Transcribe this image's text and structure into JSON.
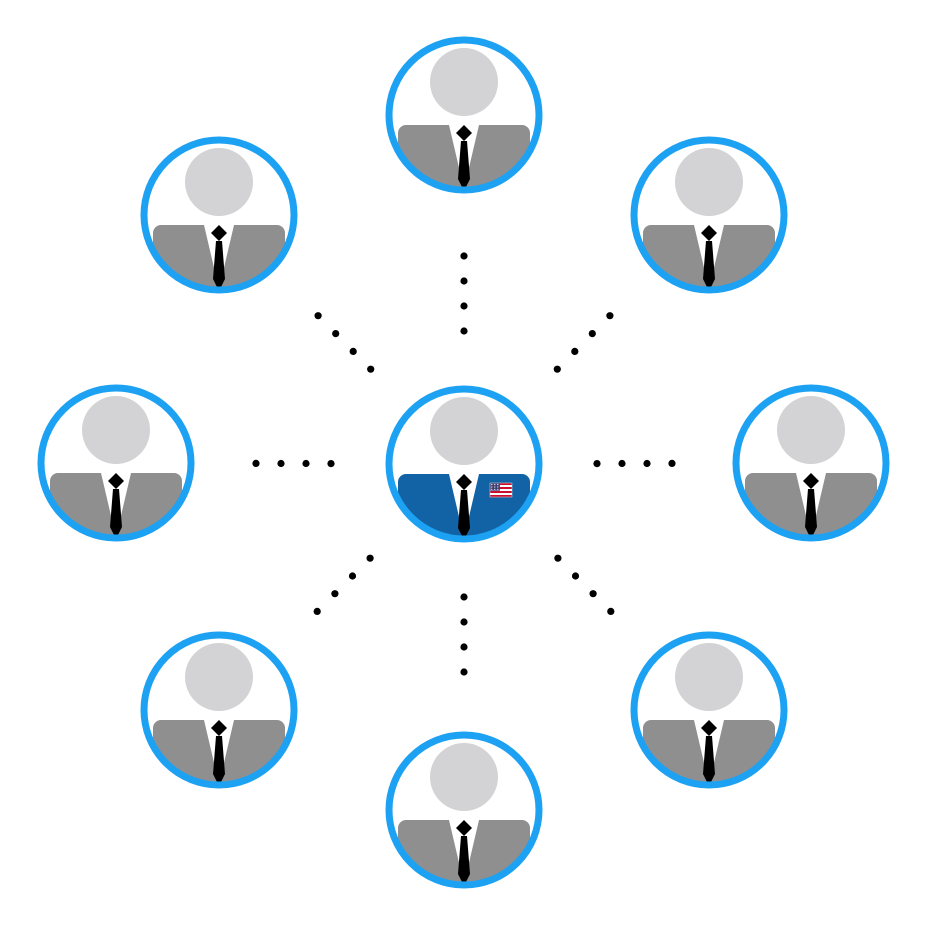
{
  "colors": {
    "ring": "#1da1f2",
    "head": "#d3d3d5",
    "suit": "#8f8f8f",
    "center_suit": "#1163a6",
    "shirt": "#ffffff",
    "tie": "#000000",
    "dot": "#000000",
    "background": "#ffffff"
  },
  "center": {
    "id": "center-person",
    "suit": "center_suit",
    "badge": "us-flag-icon"
  },
  "outer": [
    {
      "id": "person-top"
    },
    {
      "id": "person-top-right"
    },
    {
      "id": "person-right"
    },
    {
      "id": "person-bottom-right"
    },
    {
      "id": "person-bottom"
    },
    {
      "id": "person-bottom-left"
    },
    {
      "id": "person-left"
    },
    {
      "id": "person-top-left"
    }
  ],
  "connector": {
    "style": "dotted",
    "dots_per_link": 4
  },
  "icons": {
    "person": "person-avatar-icon",
    "flag": "us-flag-icon"
  }
}
